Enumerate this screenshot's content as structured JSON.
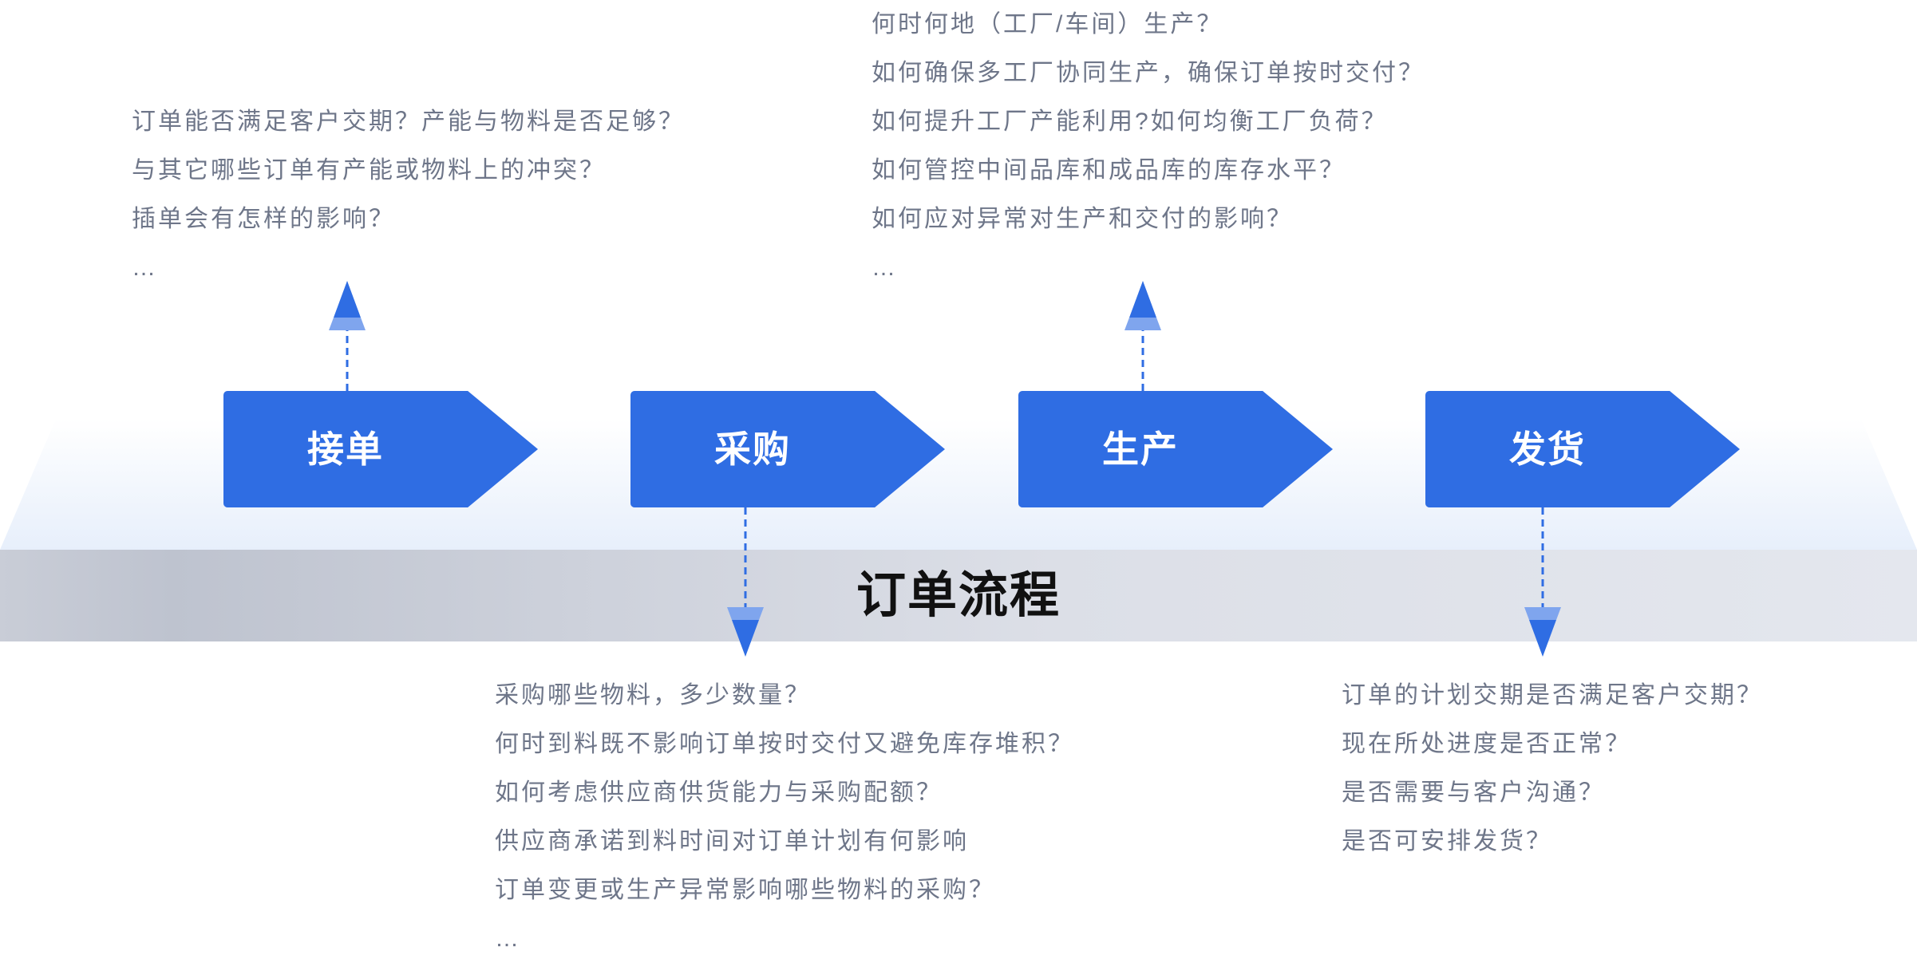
{
  "title": "订单流程",
  "steps": [
    {
      "label": "接单"
    },
    {
      "label": "采购"
    },
    {
      "label": "生产"
    },
    {
      "label": "发货"
    }
  ],
  "questions": {
    "order": [
      "订单能否满足客户交期？产能与物料是否足够？",
      "与其它哪些订单有产能或物料上的冲突？",
      "插单会有怎样的影响？",
      "…"
    ],
    "procurement": [
      "采购哪些物料，多少数量？",
      "何时到料既不影响订单按时交付又避免库存堆积？",
      "如何考虑供应商供货能力与采购配额？",
      "供应商承诺到料时间对订单计划有何影响",
      "订单变更或生产异常影响哪些物料的采购？",
      "…"
    ],
    "production": [
      "何时何地（工厂/车间）生产？",
      "如何确保多工厂协同生产，确保订单按时交付？",
      "如何提升工厂产能利用?如何均衡工厂负荷？",
      "如何管控中间品库和成品库的库存水平？",
      "如何应对异常对生产和交付的影响？",
      "…"
    ],
    "shipping": [
      "订单的计划交期是否满足客户交期？",
      "现在所处进度是否正常？",
      "是否需要与客户沟通？",
      "是否可安排发货？"
    ]
  },
  "colors": {
    "accent": "#2f6de3",
    "accent_light": "#7fa5ee",
    "question_text": "#6e7689",
    "title_text": "#111111"
  }
}
